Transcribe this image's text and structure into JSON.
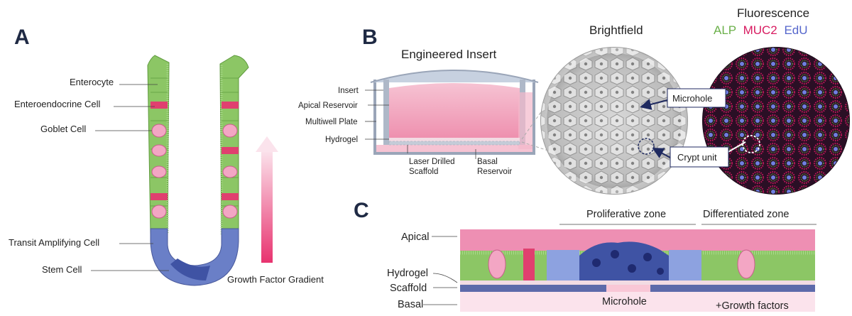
{
  "panels": {
    "a": {
      "letter": "A",
      "labels": [
        "Enterocyte",
        "Enteroendocrine Cell",
        "Goblet Cell",
        "Transit Amplifying Cell",
        "Stem Cell"
      ],
      "gradient_label": "Growth Factor Gradient"
    },
    "b": {
      "letter": "B",
      "insert_title": "Engineered Insert",
      "insert_labels": [
        "Insert",
        "Apical Reservoir",
        "Multiwell Plate",
        "Hydrogel"
      ],
      "scaffold_label_line1": "Laser Drilled",
      "scaffold_label_line2": "Scaffold",
      "basal_label_line1": "Basal",
      "basal_label_line2": "Reservoir",
      "brightfield_title": "Brightfield",
      "fluorescence_title": "Fluorescence",
      "stain_alp": "ALP",
      "stain_muc2": "MUC2",
      "stain_edu": "EdU",
      "callout_microhole": "Microhole",
      "callout_crypt": "Crypt unit"
    },
    "c": {
      "letter": "C",
      "zone_proliferative": "Proliferative zone",
      "zone_differentiated": "Differentiated zone",
      "layer_labels": [
        "Apical",
        "Hydrogel",
        "Scaffold",
        "Basal"
      ],
      "microhole_label": "Microhole",
      "growth_factors": "+Growth factors"
    }
  },
  "colors": {
    "enterocyte": "#8cc665",
    "goblet": "#f3a6c4",
    "enteroendocrine": "#e0406f",
    "stem": "#6a7fc7",
    "apical": "#ee8fb3",
    "alp": "#6bb04a",
    "muc2": "#d81b60",
    "edu": "#5566cc",
    "letter": "#1f2a44"
  }
}
